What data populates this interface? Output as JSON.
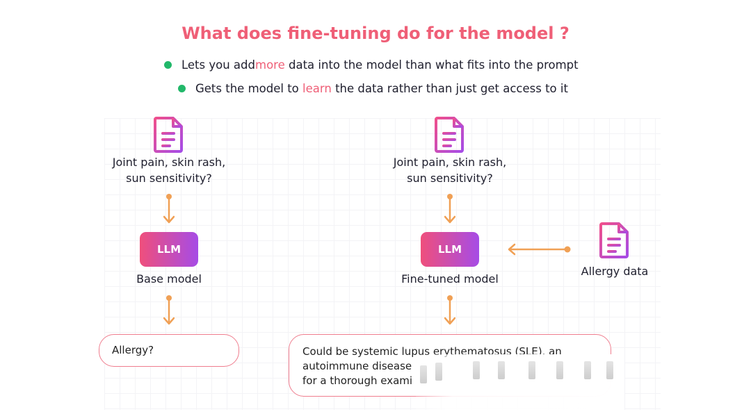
{
  "title": "What does fine-tuning do for the model ?",
  "bullets": [
    {
      "pre": "Lets you add ",
      "highlight": "more",
      "post": " data into the model than what fits into the prompt"
    },
    {
      "pre": "Gets the model to ",
      "highlight": "learn",
      "post": " the data rather than just get access to it"
    }
  ],
  "left": {
    "question_line1": "Joint pain, skin rash,",
    "question_line2": "sun sensitivity?",
    "llm_label": "LLM",
    "model_label": "Base model",
    "response": "Allergy?"
  },
  "right": {
    "question_line1": "Joint pain, skin rash,",
    "question_line2": "sun sensitivity?",
    "llm_label": "LLM",
    "model_label": "Fine-tuned model",
    "response_line1": "Could be systemic lupus erythematosus (SLE), an",
    "response_line2": "autoimmune disease",
    "response_line3": "for a thorough exami"
  },
  "extra_data_label": "Allergy data",
  "colors": {
    "title": "#ef5f77",
    "bullet_dot": "#22b86a",
    "arrow": "#f0a055",
    "llm_gradient_start": "#ef4f7c",
    "llm_gradient_end": "#a64ce6",
    "response_border": "#ef7d8e"
  },
  "icons": [
    "document-icon",
    "arrow-down-icon",
    "arrow-left-icon"
  ]
}
